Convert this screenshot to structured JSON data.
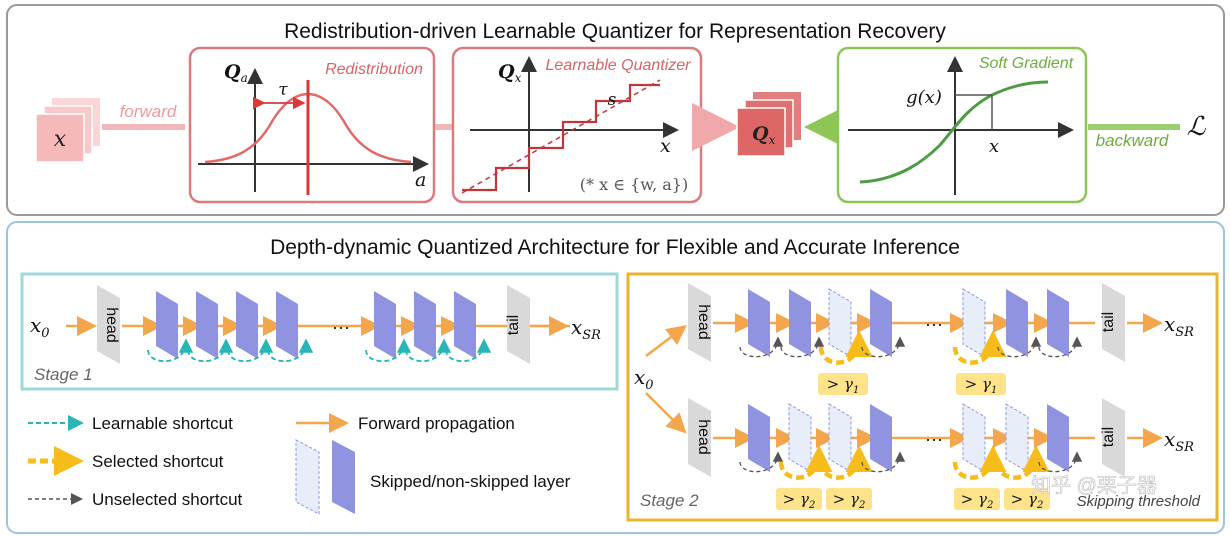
{
  "top_panel": {
    "title": "Redistribution-driven Learnable Quantizer for Representation Recovery",
    "input_label": "x",
    "forward_label": "forward",
    "backward_label": "backward",
    "loss_label": "ℒ",
    "output_label": "Q",
    "output_sub": "x",
    "redistribution": {
      "title": "Redistribution",
      "axis_y": "Q",
      "axis_y_sub": "a",
      "axis_x": "a",
      "tau_label": "τ"
    },
    "learnable_quantizer": {
      "title": "Learnable Quantizer",
      "axis_y": "Q",
      "axis_y_sub": "x",
      "axis_x": "x",
      "step_label": "s",
      "note": "(* x ∈ {w, a})"
    },
    "soft_gradient": {
      "title": "Soft Gradient",
      "gx_label": "g(x)",
      "axis_x": "x"
    }
  },
  "bottom_panel": {
    "title": "Depth-dynamic Quantized Architecture for Flexible and Accurate Inference",
    "stage1": {
      "label": "Stage 1",
      "input": "x",
      "input_sub": "0",
      "head": "head",
      "tail": "tail",
      "output": "x",
      "output_sub": "SR",
      "ellipsis": "···"
    },
    "stage2": {
      "label": "Stage 2",
      "input": "x",
      "input_sub": "0",
      "head": "head",
      "tail": "tail",
      "output": "x",
      "output_sub": "SR",
      "ellipsis": "···",
      "gamma1": "> γ",
      "gamma1_sub": "1",
      "gamma2": "> γ",
      "gamma2_sub": "2",
      "threshold_label": "Skipping threshold"
    },
    "legend": {
      "learnable_shortcut": "Learnable shortcut",
      "selected_shortcut": "Selected shortcut",
      "unselected_shortcut": "Unselected shortcut",
      "forward_propagation": "Forward propagation",
      "skipped_layer": "Skipped/non-skipped layer"
    }
  },
  "watermark": "知乎 @栗子器",
  "colors": {
    "orange": "#F4A64C",
    "teal": "#27B5B5",
    "gold": "#F5BC1B",
    "purple": "#8F93E0",
    "pink_border": "#D97A7E",
    "green_border": "#8DC655",
    "red_curve": "#E06A6A",
    "green_curve": "#4E9A45",
    "box_teal": "#9FD8D8",
    "box_yellow": "#E8B52C"
  }
}
